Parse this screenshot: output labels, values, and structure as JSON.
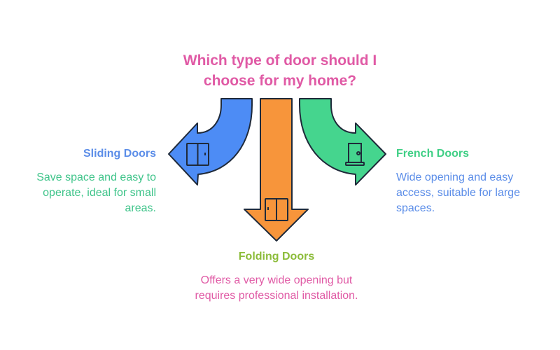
{
  "title": {
    "line1": "Which type of door should I",
    "line2": "choose for my home?"
  },
  "options": [
    {
      "name": "Sliding Doors",
      "description": "Save space and easy to operate, ideal for small areas.",
      "direction": "left",
      "icon": "sliding-door-icon",
      "arrow_color": "#4d8cf5",
      "title_color": "#5b8de8",
      "desc_color": "#3fc48a"
    },
    {
      "name": "Folding Doors",
      "description": "Offers a very wide opening but requires professional installation.",
      "direction": "down",
      "icon": "folding-door-icon",
      "arrow_color": "#f7953b",
      "title_color": "#8cbc3a",
      "desc_color": "#e05aa5"
    },
    {
      "name": "French Doors",
      "description": "Wide opening and easy access, suitable for large spaces.",
      "direction": "right",
      "icon": "french-door-icon",
      "arrow_color": "#45d58e",
      "title_color": "#3fcf85",
      "desc_color": "#5b8de8"
    }
  ],
  "colors": {
    "title": "#e05aa5",
    "outline": "#1f2a3a"
  }
}
